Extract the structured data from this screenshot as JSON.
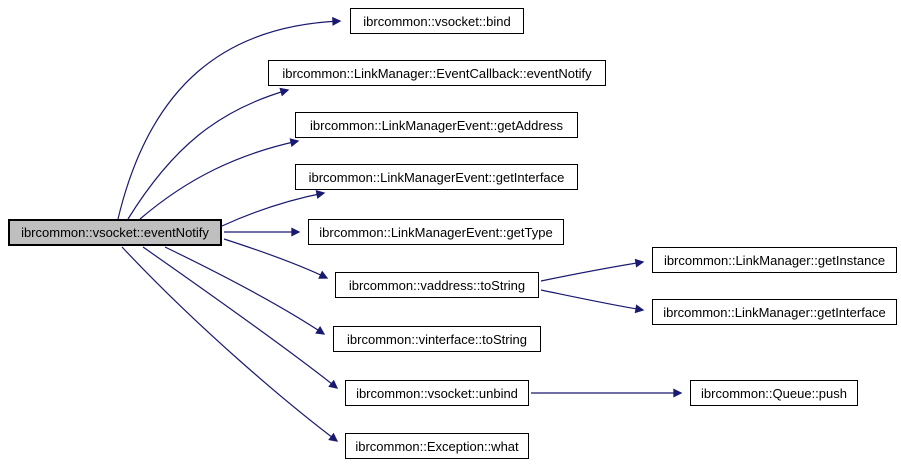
{
  "diagram": {
    "kind": "doxygen-call-graph",
    "root_function": "ibrcommon::vsocket::eventNotify"
  },
  "colors": {
    "edge": "#191970",
    "node_fill": "#ffffff",
    "node_border": "#000000",
    "main_node_fill": "#bfbfbf",
    "background": "#ffffff",
    "text": "#000000"
  },
  "nodes": [
    {
      "id": "vsocket-eventNotify",
      "label": "ibrcommon::vsocket::eventNotify",
      "main": true
    },
    {
      "id": "vsocket-bind",
      "label": "ibrcommon::vsocket::bind",
      "main": false
    },
    {
      "id": "eventcallback-eventNotify",
      "label": "ibrcommon::LinkManager::EventCallback::eventNotify",
      "main": false
    },
    {
      "id": "linkmanagerevent-getAddress",
      "label": "ibrcommon::LinkManagerEvent::getAddress",
      "main": false
    },
    {
      "id": "linkmanagerevent-getInterface",
      "label": "ibrcommon::LinkManagerEvent::getInterface",
      "main": false
    },
    {
      "id": "linkmanagerevent-getType",
      "label": "ibrcommon::LinkManagerEvent::getType",
      "main": false
    },
    {
      "id": "vaddress-toString",
      "label": "ibrcommon::vaddress::toString",
      "main": false
    },
    {
      "id": "vinterface-toString",
      "label": "ibrcommon::vinterface::toString",
      "main": false
    },
    {
      "id": "vsocket-unbind",
      "label": "ibrcommon::vsocket::unbind",
      "main": false
    },
    {
      "id": "exception-what",
      "label": "ibrcommon::Exception::what",
      "main": false
    },
    {
      "id": "linkmanager-getInstance",
      "label": "ibrcommon::LinkManager::getInstance",
      "main": false
    },
    {
      "id": "linkmanager-getInterface",
      "label": "ibrcommon::LinkManager::getInterface",
      "main": false
    },
    {
      "id": "queue-push",
      "label": "ibrcommon::Queue::push",
      "main": false
    }
  ],
  "edges": [
    {
      "from": "ibrcommon::vsocket::eventNotify",
      "to": "ibrcommon::vsocket::bind"
    },
    {
      "from": "ibrcommon::vsocket::eventNotify",
      "to": "ibrcommon::LinkManager::EventCallback::eventNotify"
    },
    {
      "from": "ibrcommon::vsocket::eventNotify",
      "to": "ibrcommon::LinkManagerEvent::getAddress"
    },
    {
      "from": "ibrcommon::vsocket::eventNotify",
      "to": "ibrcommon::LinkManagerEvent::getInterface"
    },
    {
      "from": "ibrcommon::vsocket::eventNotify",
      "to": "ibrcommon::LinkManagerEvent::getType"
    },
    {
      "from": "ibrcommon::vsocket::eventNotify",
      "to": "ibrcommon::vaddress::toString"
    },
    {
      "from": "ibrcommon::vsocket::eventNotify",
      "to": "ibrcommon::vinterface::toString"
    },
    {
      "from": "ibrcommon::vsocket::eventNotify",
      "to": "ibrcommon::vsocket::unbind"
    },
    {
      "from": "ibrcommon::vsocket::eventNotify",
      "to": "ibrcommon::Exception::what"
    },
    {
      "from": "ibrcommon::vaddress::toString",
      "to": "ibrcommon::LinkManager::getInstance"
    },
    {
      "from": "ibrcommon::vaddress::toString",
      "to": "ibrcommon::LinkManager::getInterface"
    },
    {
      "from": "ibrcommon::vsocket::unbind",
      "to": "ibrcommon::Queue::push"
    }
  ]
}
